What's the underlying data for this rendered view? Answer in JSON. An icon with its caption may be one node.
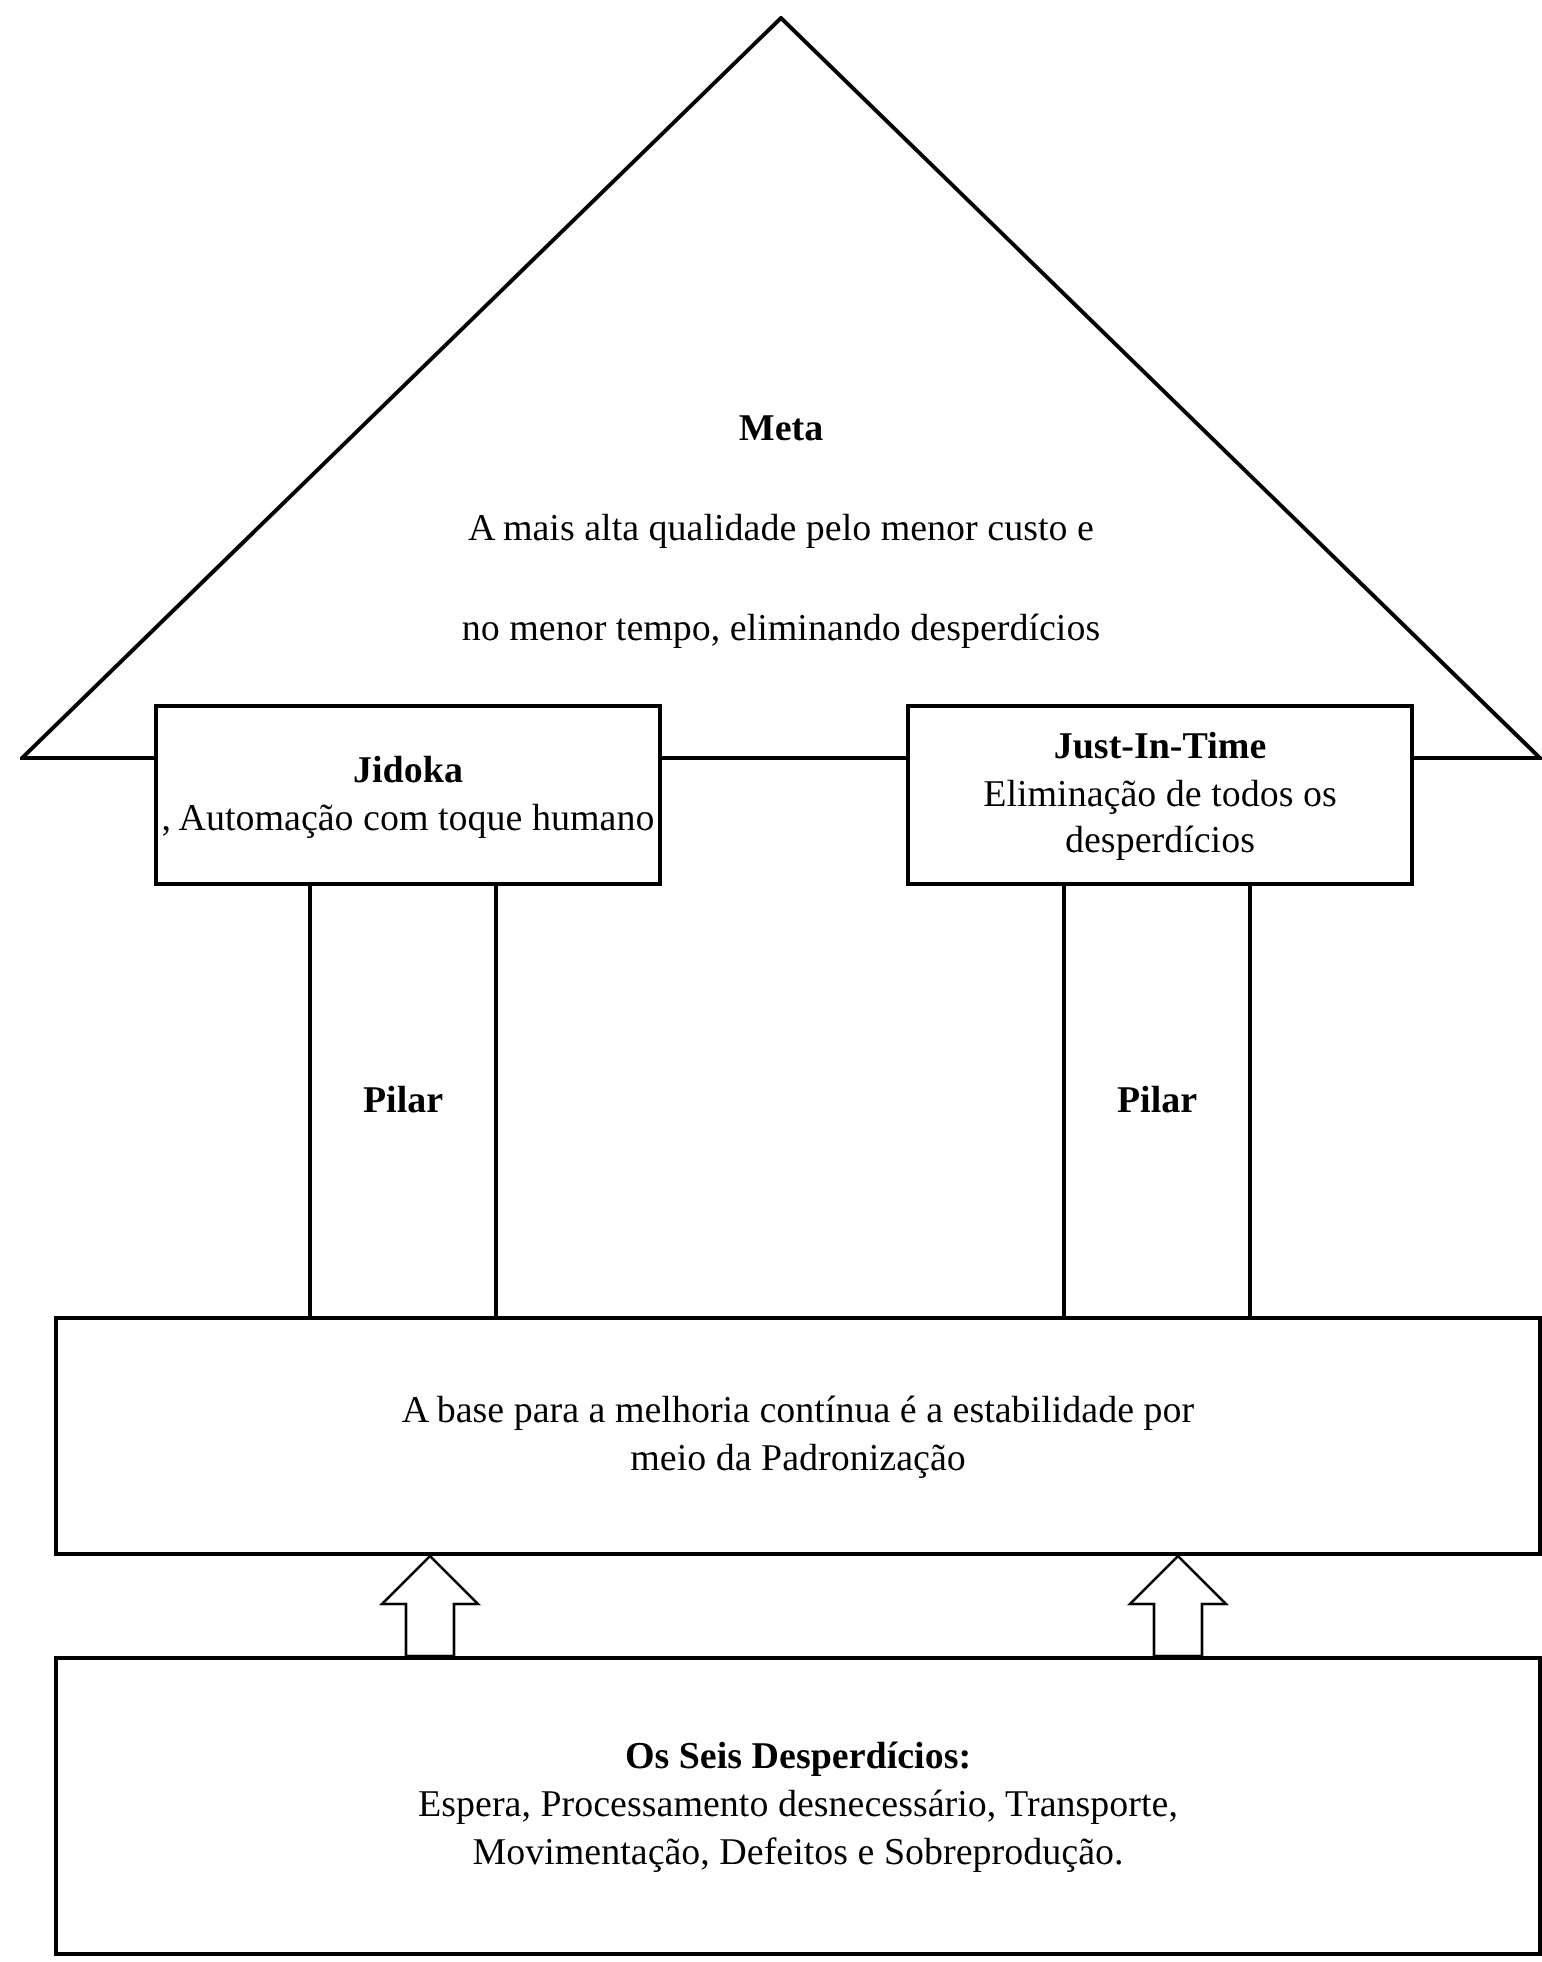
{
  "diagram": {
    "nodes": [
      {
        "text": [
          "Meta",
          "A mais alta qualidade pelo menor custo e no menor tempo, eliminando desperdícios"
        ]
      },
      {
        "text": [
          "**Jidoka**, Automação com toque humano"
        ]
      },
      {
        "text": [
          "Just-In-Time",
          "Eliminação de todos os desperdícios"
        ]
      },
      {
        "text": [
          "Pilar"
        ]
      },
      {
        "text": [
          "Pilar"
        ]
      },
      {
        "text": [
          "A base para a melhoria contínua é a estabilidade por meio da Padronização"
        ]
      },
      {
        "text": [
          "Os Seis Desperdícios:",
          "Espera, Processamento desnecessário, Transporte, Movimentação, Defeitos e Sobreprodução."
        ]
      }
    ],
    "edges": [
      {
        "from": 6,
        "to": 5,
        "arrow": "to"
      },
      {
        "from": 6,
        "to": 5,
        "arrow": "to"
      }
    ]
  }
}
